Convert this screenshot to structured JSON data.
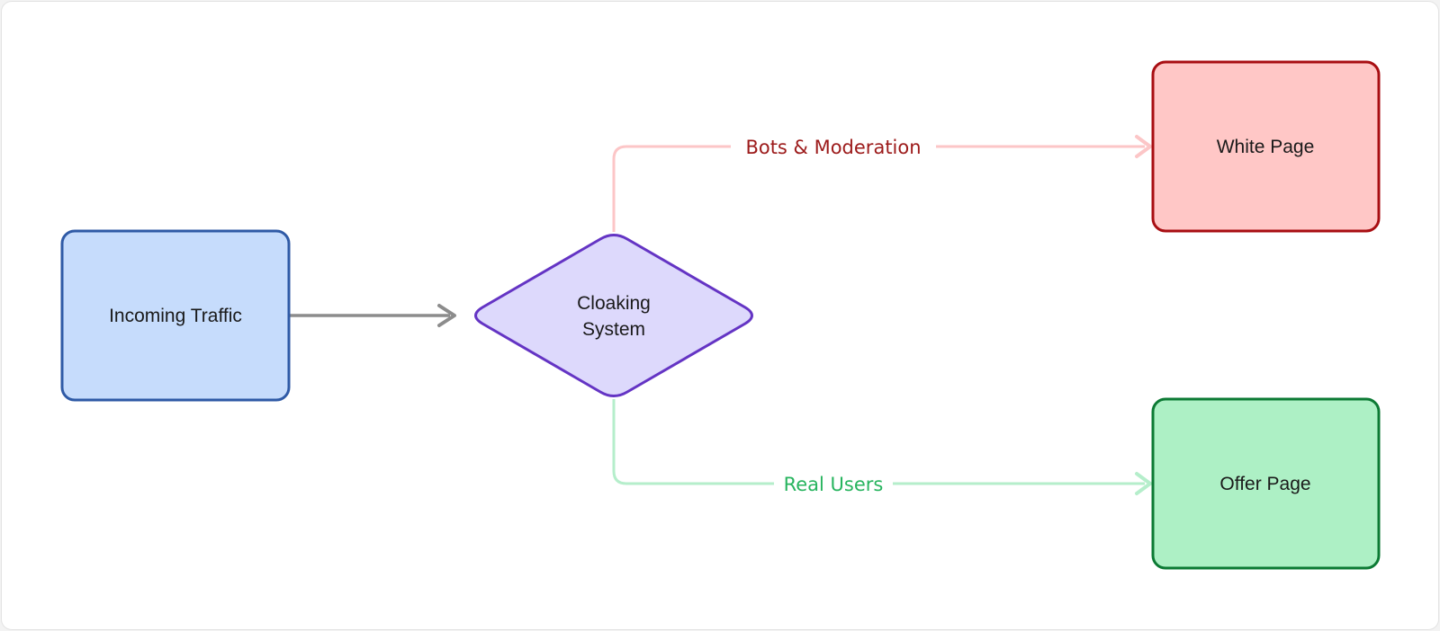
{
  "nodes": {
    "incoming": {
      "label": "Incoming Traffic",
      "fill": "#c6dcfc",
      "stroke": "#2f5aa6"
    },
    "cloaking": {
      "label_line1": "Cloaking",
      "label_line2": "System",
      "fill": "#ddd9fc",
      "stroke": "#6434c4"
    },
    "white_page": {
      "label": "White Page",
      "fill": "#ffc7c6",
      "stroke": "#a80e12"
    },
    "offer_page": {
      "label": "Offer Page",
      "fill": "#adf0c5",
      "stroke": "#0c7a34"
    }
  },
  "edges": {
    "to_cloaking": {
      "color": "#8c8c8c"
    },
    "bots": {
      "label": "Bots & Moderation",
      "line_color": "#fcc6c7",
      "text_color": "#9c1a1a"
    },
    "real_users": {
      "label": "Real Users",
      "line_color": "#b5eecb",
      "text_color": "#27b45e"
    }
  }
}
